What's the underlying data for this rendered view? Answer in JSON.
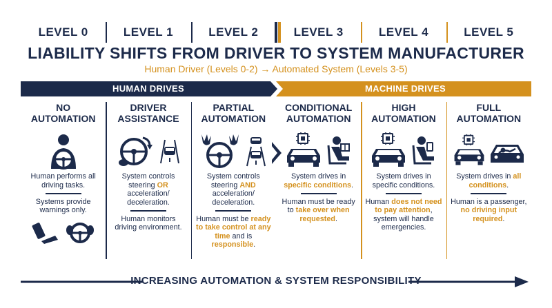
{
  "levels": [
    "LEVEL 0",
    "LEVEL 1",
    "LEVEL 2",
    "LEVEL 3",
    "LEVEL 4",
    "LEVEL 5"
  ],
  "title": "LIABILITY SHIFTS FROM DRIVER TO SYSTEM MANUFACTURER",
  "subtitle": "Human Driver (Levels 0-2) → Automated System (Levels 3-5)",
  "banners": {
    "human": "HUMAN DRIVES",
    "machine": "MACHINE DRIVES"
  },
  "colors": {
    "navy": "#1c2a4a",
    "gold": "#d4911e"
  },
  "columns": [
    {
      "title": "NO AUTOMATION",
      "icons": [
        "driver-at-wheel-icon"
      ],
      "d1": "Human performs all driving tasks.",
      "d2": "Systems provide warnings only.",
      "bottom_icons": [
        "foot-pedal-icon",
        "hands-on-wheel-icon"
      ]
    },
    {
      "title": "DRIVER ASSISTANCE",
      "icons": [
        "steering-wheel-assist-icon",
        "lane-car-icon"
      ],
      "d1a": "System controls steering ",
      "d1b": "OR",
      "d1c": " acceleration/ deceleration.",
      "d2": "Human monitors driving environment."
    },
    {
      "title": "PARTIAL AUTOMATION",
      "icons": [
        "hands-off-wheel-icon",
        "lane-car-icon"
      ],
      "d1a": "System controls steering ",
      "d1b": "AND",
      "d1c": " acceleration/ deceleration.",
      "d2a": "Human must be ",
      "d2b": "ready to take control at any time",
      "d2c": " and is ",
      "d2d": "responsible",
      "d2e": "."
    },
    {
      "title": "CONDITIONAL AUTOMATION",
      "icons": [
        "car-with-chip-icon",
        "reading-passenger-icon"
      ],
      "d1a": "System drives in ",
      "d1b": "specific conditions",
      "d1c": ".",
      "d2a": "Human must be ready to ",
      "d2b": "take over when requested",
      "d2c": "."
    },
    {
      "title": "HIGH AUTOMATION",
      "icons": [
        "car-with-chip-icon",
        "reading-passenger-icon"
      ],
      "d1": "System drives in specific conditions.",
      "d2a": "Human ",
      "d2b": "does not need to pay attention",
      "d2c": ", system will handle emergencies."
    },
    {
      "title": "FULL AUTOMATION",
      "icons": [
        "car-with-chip-icon",
        "relaxing-passenger-icon"
      ],
      "d1a": "System drives in ",
      "d1b": "all conditions",
      "d1c": ".",
      "d2a": "Human is a passenger, ",
      "d2b": "no driving input required",
      "d2c": "."
    }
  ],
  "axis_label": "INCREASING AUTOMATION & SYSTEM RESPONSIBILITY"
}
